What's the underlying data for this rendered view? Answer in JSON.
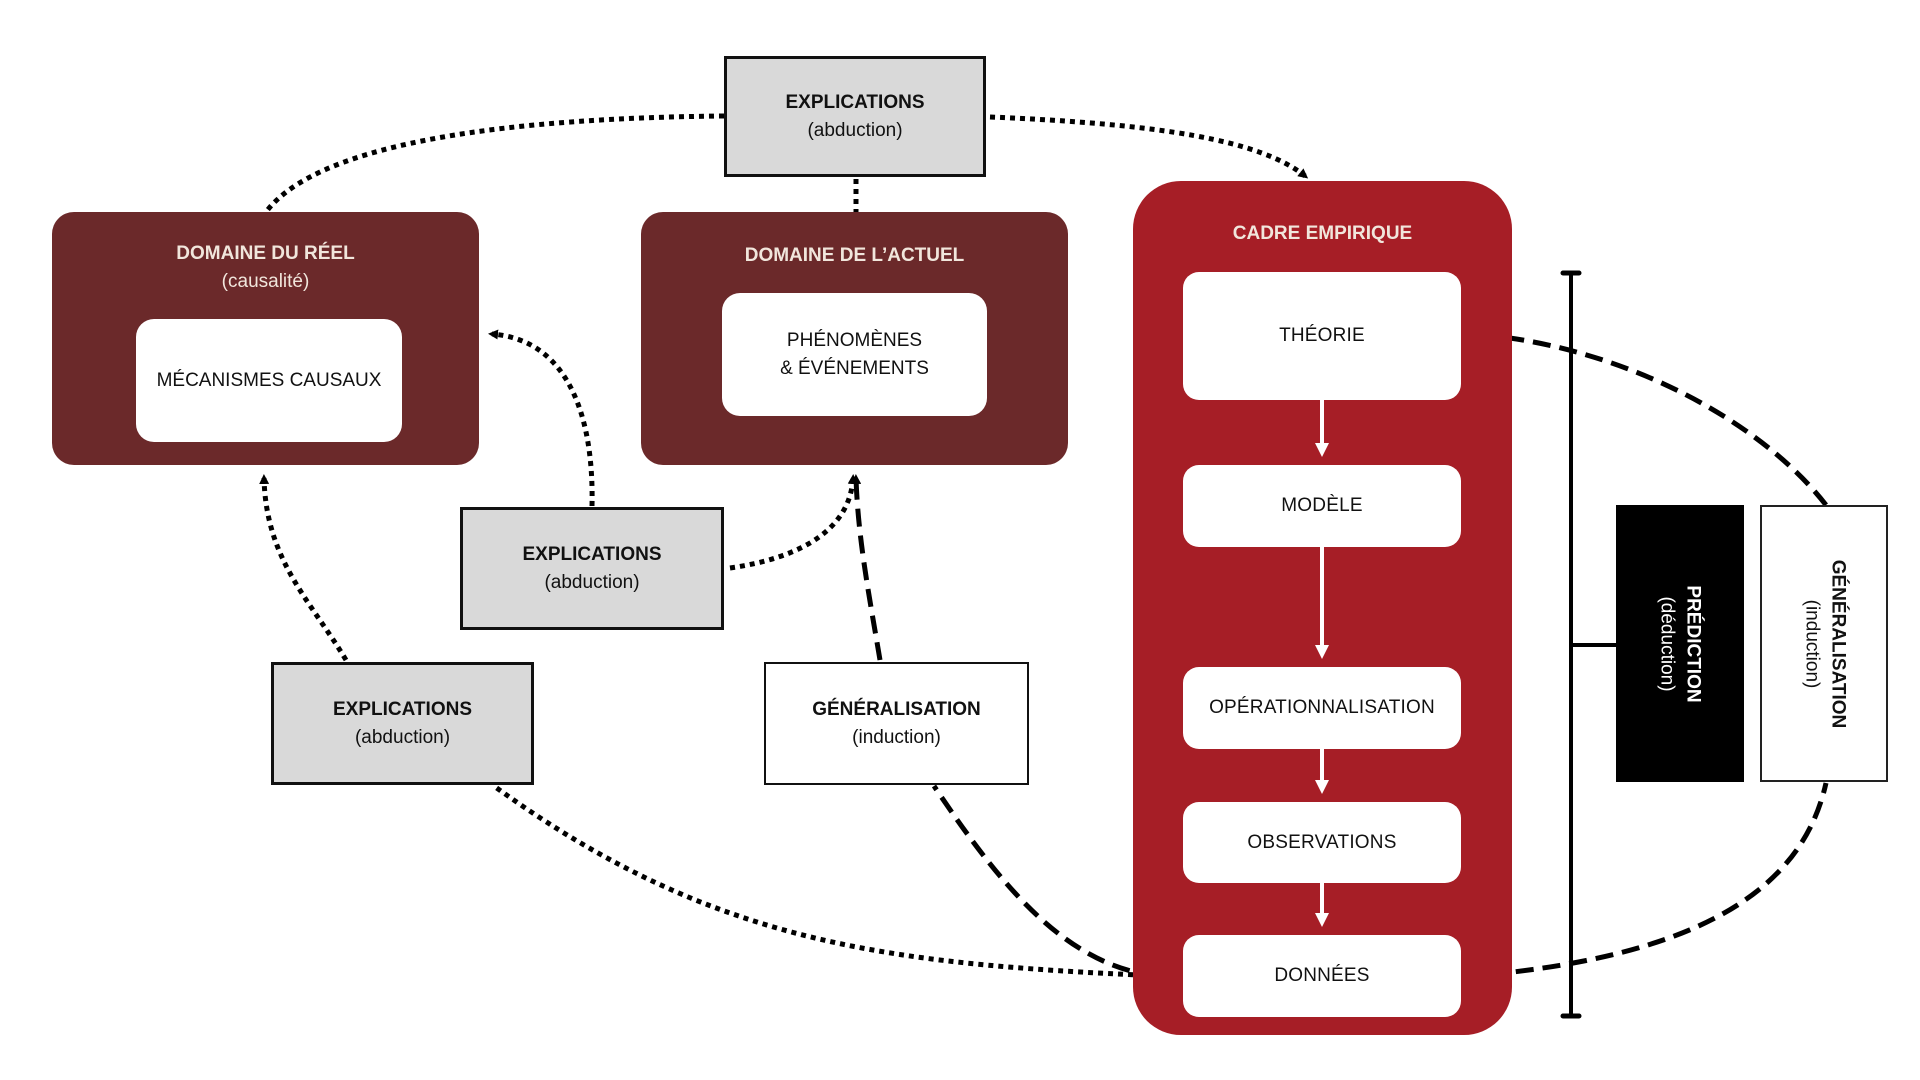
{
  "colors": {
    "domain_fill": "#6b292a",
    "cadre_fill": "#a61e26",
    "explication_fill": "#d9d9d9",
    "prediction_fill": "#000000",
    "title_text": "#f1e6dc"
  },
  "domaine_reel": {
    "title": "DOMAINE DU RÉEL",
    "subtitle": "(causalité)",
    "inner": "MÉCANISMES CAUSAUX"
  },
  "domaine_actuel": {
    "title": "DOMAINE DE L’ACTUEL",
    "inner_line1": "PHÉNOMÈNES",
    "inner_line2": "& ÉVÉNEMENTS"
  },
  "cadre_empirique": {
    "title": "CADRE EMPIRIQUE",
    "steps": [
      "THÉORIE",
      "MODÈLE",
      "OPÉRATIONNALISATION",
      "OBSERVATIONS",
      "DONNÉES"
    ]
  },
  "explications": [
    {
      "title": "EXPLICATIONS",
      "subtitle": "(abduction)"
    },
    {
      "title": "EXPLICATIONS",
      "subtitle": "(abduction)"
    },
    {
      "title": "EXPLICATIONS",
      "subtitle": "(abduction)"
    }
  ],
  "generalisation": {
    "title": "GÉNÉRALISATION",
    "subtitle": "(induction)"
  },
  "prediction": {
    "title": "PRÉDICTION",
    "subtitle": "(déduction)"
  },
  "generalisation_vertical": {
    "title": "GÉNÉRALISATION",
    "subtitle": "(induction)"
  },
  "legend_line_styles": {
    "abduction": "dotted",
    "induction": "dashed",
    "internal_flow": "solid-white"
  }
}
